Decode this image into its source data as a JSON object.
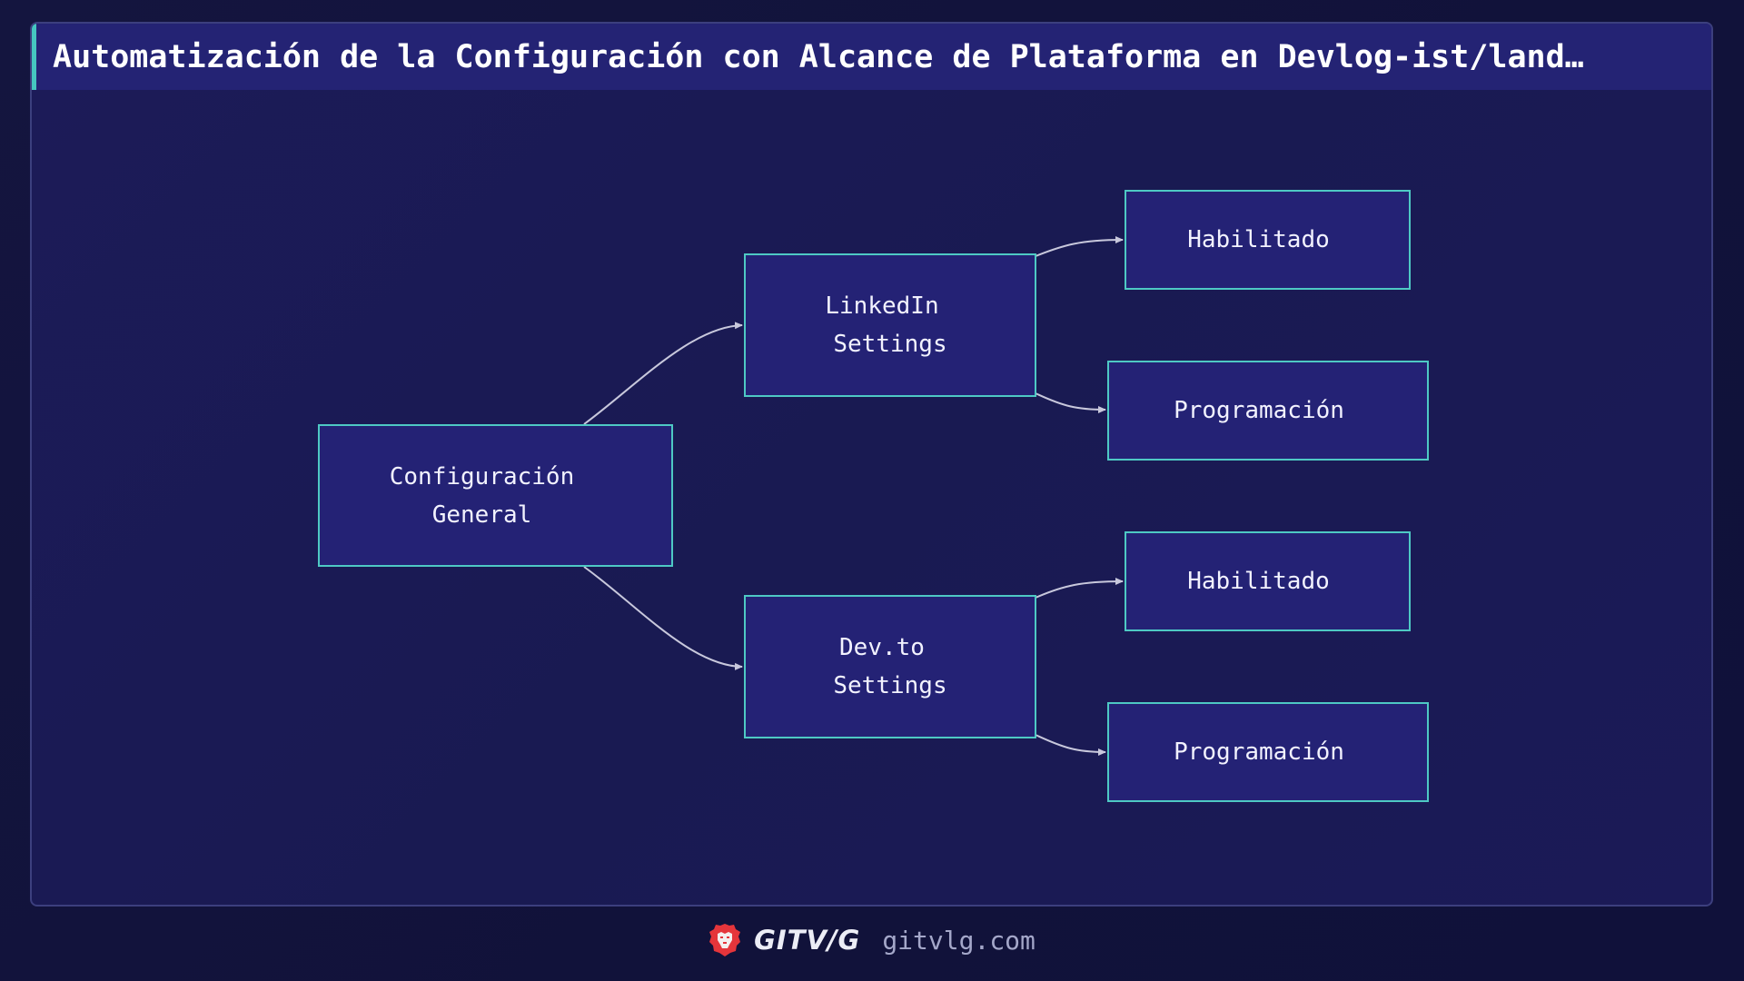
{
  "header": {
    "title": "Automatización de la Configuración con Alcance de Plataforma en Devlog-ist/land…"
  },
  "diagram": {
    "nodes": [
      {
        "id": "config",
        "lines": [
          "Configuración",
          "General"
        ]
      },
      {
        "id": "linkedin",
        "lines": [
          "LinkedIn",
          "Settings"
        ]
      },
      {
        "id": "linkedin_enabled",
        "lines": [
          "Habilitado"
        ]
      },
      {
        "id": "linkedin_schedule",
        "lines": [
          "Programación"
        ]
      },
      {
        "id": "devto",
        "lines": [
          "Dev.to",
          "Settings"
        ]
      },
      {
        "id": "devto_enabled",
        "lines": [
          "Habilitado"
        ]
      },
      {
        "id": "devto_schedule",
        "lines": [
          "Programación"
        ]
      }
    ],
    "edges": [
      {
        "from": "config",
        "to": "linkedin"
      },
      {
        "from": "config",
        "to": "devto"
      },
      {
        "from": "linkedin",
        "to": "linkedin_enabled"
      },
      {
        "from": "linkedin",
        "to": "linkedin_schedule"
      },
      {
        "from": "devto",
        "to": "devto_enabled"
      },
      {
        "from": "devto",
        "to": "devto_schedule"
      }
    ],
    "colors": {
      "node_fill": "#242275",
      "node_border": "#4ec9c4",
      "edge": "#c8c8dc",
      "accent": "#45c6c0"
    }
  },
  "footer": {
    "logo_icon": "lion-icon",
    "brand": "GITV/G",
    "site": "gitvlg.com"
  }
}
